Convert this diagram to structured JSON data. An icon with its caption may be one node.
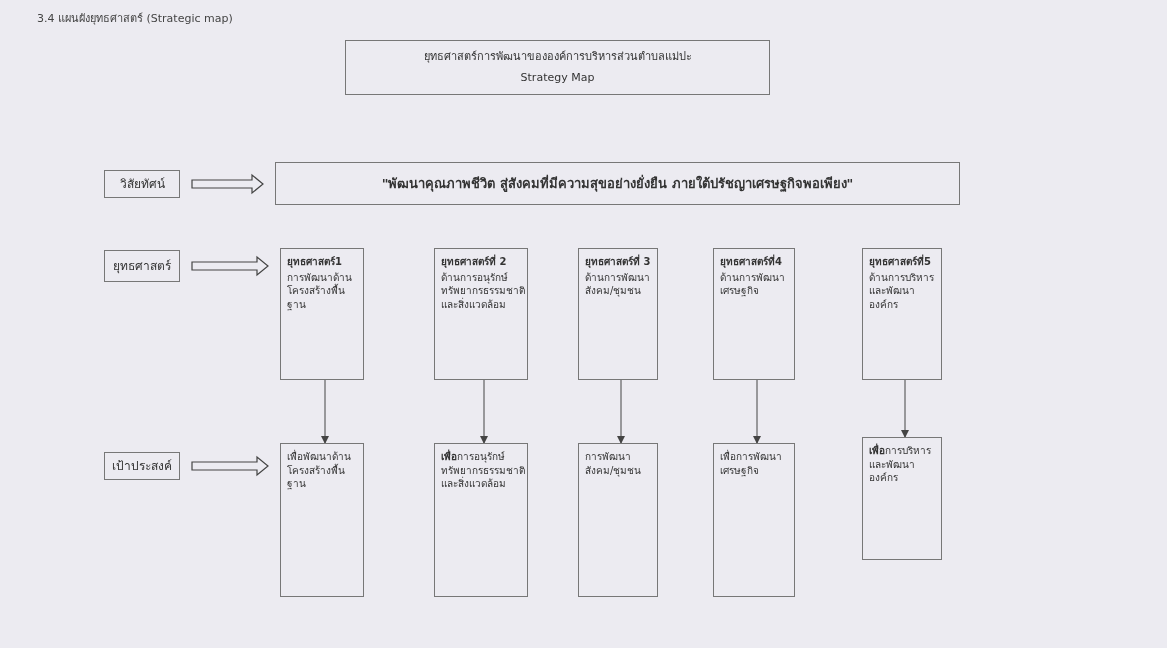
{
  "diagram": {
    "title": "3.4 แผนผังยุทธศาสตร์ (Strategic map)",
    "nodes": [
      {
        "text": [
          "ยุทธศาสตร์การพัฒนาขององค์การบริหารส่วนตำบลแม่ปะ",
          "Strategy Map"
        ]
      },
      {
        "text": [
          "วิสัยทัศน์"
        ]
      },
      {
        "text": [
          "\"พัฒนาคุณภาพชีวิต สู่สังคมที่มีความสุขอย่างยั่งยืน ภายใต้ปรัชญาเศรษฐกิจพอเพียง\""
        ]
      },
      {
        "text": [
          "ยุทธศาสตร์"
        ]
      },
      {
        "text": [
          "ยุทธศาสตร์1",
          "การพัฒนาด้านโครงสร้างพื้นฐาน"
        ]
      },
      {
        "text": [
          "ยุทธศาสตร์ที่ 2",
          "ด้านการอนุรักษ์ทรัพยากรธรรมชาติและสิ่งแวดล้อม"
        ]
      },
      {
        "text": [
          "ยุทธศาสตร์ที่ 3",
          "ด้านการพัฒนาสังคม/ชุมชน"
        ]
      },
      {
        "text": [
          "ยุทธศาสตร์ที่4",
          "ด้านการพัฒนาเศรษฐกิจ"
        ]
      },
      {
        "text": [
          "ยุทธศาสตร์ที่5",
          "ด้านการบริหารและพัฒนาองค์กร"
        ]
      },
      {
        "text": [
          "เป้าประสงค์"
        ]
      },
      {
        "text": [
          "เพื่อพัฒนาด้านโครงสร้างพื้นฐาน"
        ]
      },
      {
        "text": [
          "**เพื่อ**การอนุรักษ์ทรัพยากรธรรมชาติและสิ่งแวดล้อม"
        ]
      },
      {
        "text": [
          "การพัฒนาสังคม/ชุมชน"
        ]
      },
      {
        "text": [
          "เพื่อการพัฒนาเศรษฐกิจ"
        ]
      },
      {
        "text": [
          "**เพื่อ**การบริหารและพัฒนาองค์กร"
        ]
      }
    ],
    "edges": [
      {
        "from": 1,
        "to": 2,
        "arrow": "to",
        "style": "thick"
      },
      {
        "from": 3,
        "to": 4,
        "arrow": "to",
        "style": "thick"
      },
      {
        "from": 9,
        "to": 10,
        "arrow": "to",
        "style": "thick"
      },
      {
        "from": 4,
        "to": 10,
        "arrow": "to"
      },
      {
        "from": 5,
        "to": 11,
        "arrow": "to"
      },
      {
        "from": 6,
        "to": 12,
        "arrow": "to"
      },
      {
        "from": 7,
        "to": 13,
        "arrow": "to"
      },
      {
        "from": 8,
        "to": 14,
        "arrow": "to"
      }
    ]
  }
}
